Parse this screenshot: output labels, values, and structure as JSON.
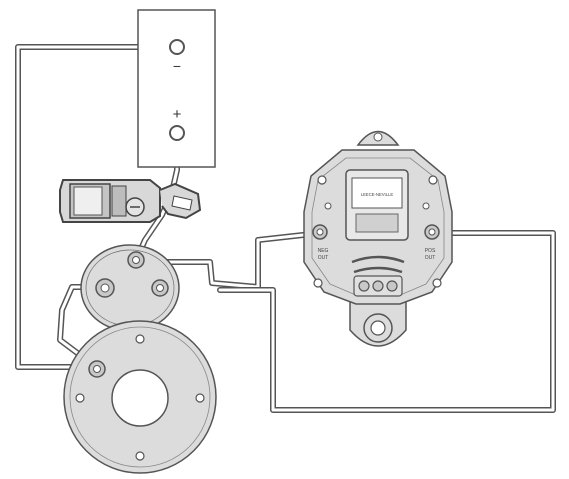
{
  "battery": {
    "negative_label": "−",
    "positive_label": "+"
  },
  "alternator": {
    "neg_out_label_1": "NEG",
    "neg_out_label_2": "OUT",
    "pos_out_label_1": "POS",
    "pos_out_label_2": "OUT",
    "nameplate_text": "LEECE-NEVILLE"
  },
  "colors": {
    "line": "#555555",
    "wire_fill": "#ffffff",
    "housing_fill": "#dcdcdc",
    "terminal_fill": "#c8c8c8"
  }
}
